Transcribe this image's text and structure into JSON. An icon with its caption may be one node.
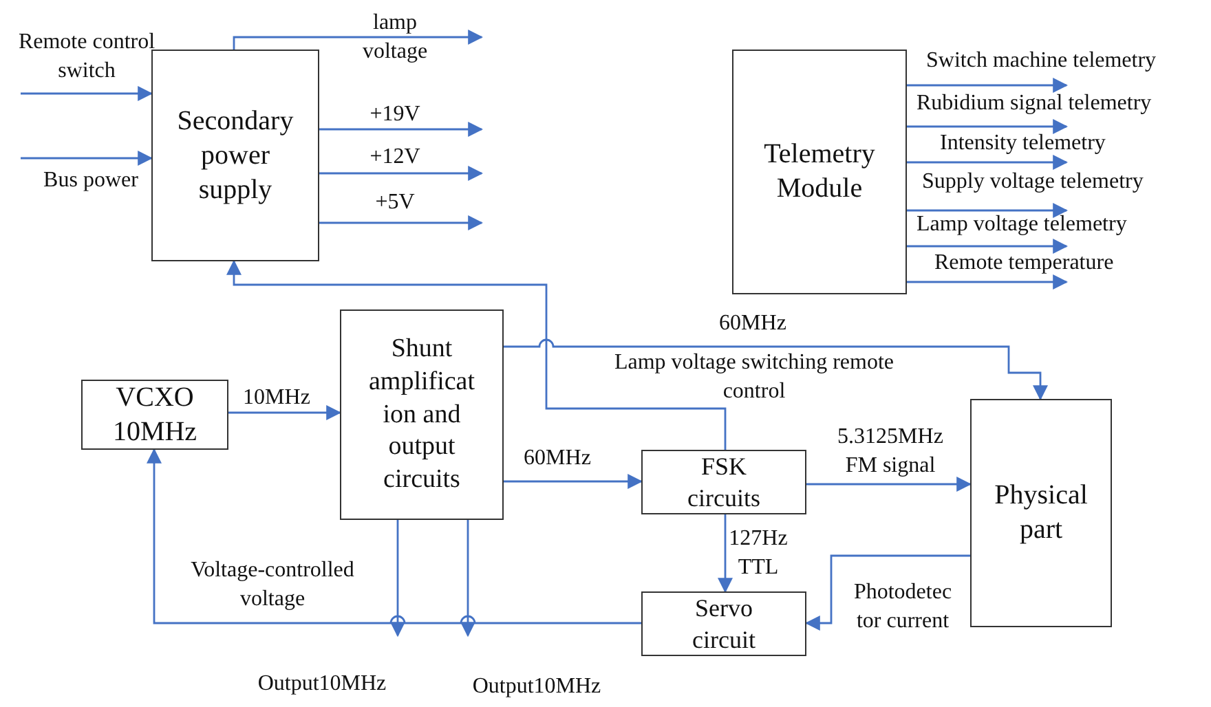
{
  "diagram": {
    "nodes": [
      {
        "text": [
          "Secondary power supply"
        ]
      },
      {
        "text": [
          "Telemetry Module"
        ]
      },
      {
        "text": [
          "VCXO 10MHz"
        ]
      },
      {
        "text": [
          "Shunt amplificat ion and output circuits"
        ]
      },
      {
        "text": [
          "FSK circuits"
        ]
      },
      {
        "text": [
          "Physical part"
        ]
      },
      {
        "text": [
          "Servo circuit"
        ]
      }
    ],
    "edges": [
      {
        "from": null,
        "to": 0,
        "arrow": "to",
        "label": "Remote control switch"
      },
      {
        "from": null,
        "to": 0,
        "arrow": "to",
        "label": "Bus power"
      },
      {
        "from": 0,
        "to": null,
        "arrow": "to",
        "label": "lamp voltage"
      },
      {
        "from": 0,
        "to": null,
        "arrow": "to",
        "label": "+19V"
      },
      {
        "from": 0,
        "to": null,
        "arrow": "to",
        "label": "+12V"
      },
      {
        "from": 0,
        "to": null,
        "arrow": "to",
        "label": "+5V"
      },
      {
        "from": 1,
        "to": null,
        "arrow": "to",
        "label": "Switch machine telemetry"
      },
      {
        "from": 1,
        "to": null,
        "arrow": "to",
        "label": "Rubidium signal telemetry"
      },
      {
        "from": 1,
        "to": null,
        "arrow": "to",
        "label": "Intensity telemetry"
      },
      {
        "from": 1,
        "to": null,
        "arrow": "to",
        "label": "Supply voltage telemetry"
      },
      {
        "from": 1,
        "to": null,
        "arrow": "to",
        "label": "Lamp voltage telemetry"
      },
      {
        "from": 1,
        "to": null,
        "arrow": "to",
        "label": "Remote temperature"
      },
      {
        "from": 2,
        "to": 3,
        "arrow": "to",
        "label": "10MHz"
      },
      {
        "from": 3,
        "to": 4,
        "arrow": "to",
        "label": "60MHz"
      },
      {
        "from": 3,
        "to": 5,
        "arrow": "to",
        "label": "60MHz"
      },
      {
        "from": 4,
        "to": 0,
        "arrow": "to",
        "label": "Lamp voltage switching remote control"
      },
      {
        "from": 4,
        "to": 5,
        "arrow": "to",
        "label": "5.3125MHz FM signal"
      },
      {
        "from": 4,
        "to": 6,
        "arrow": "to",
        "label": "127Hz TTL"
      },
      {
        "from": 5,
        "to": 6,
        "arrow": "to",
        "label": "Photodetec tor current"
      },
      {
        "from": 6,
        "to": 2,
        "arrow": "to",
        "label": "Voltage-controlled voltage"
      },
      {
        "from": 3,
        "to": null,
        "arrow": "to",
        "label": "Output10MHz"
      },
      {
        "from": 3,
        "to": null,
        "arrow": "to",
        "label": "Output10MHz"
      }
    ]
  }
}
